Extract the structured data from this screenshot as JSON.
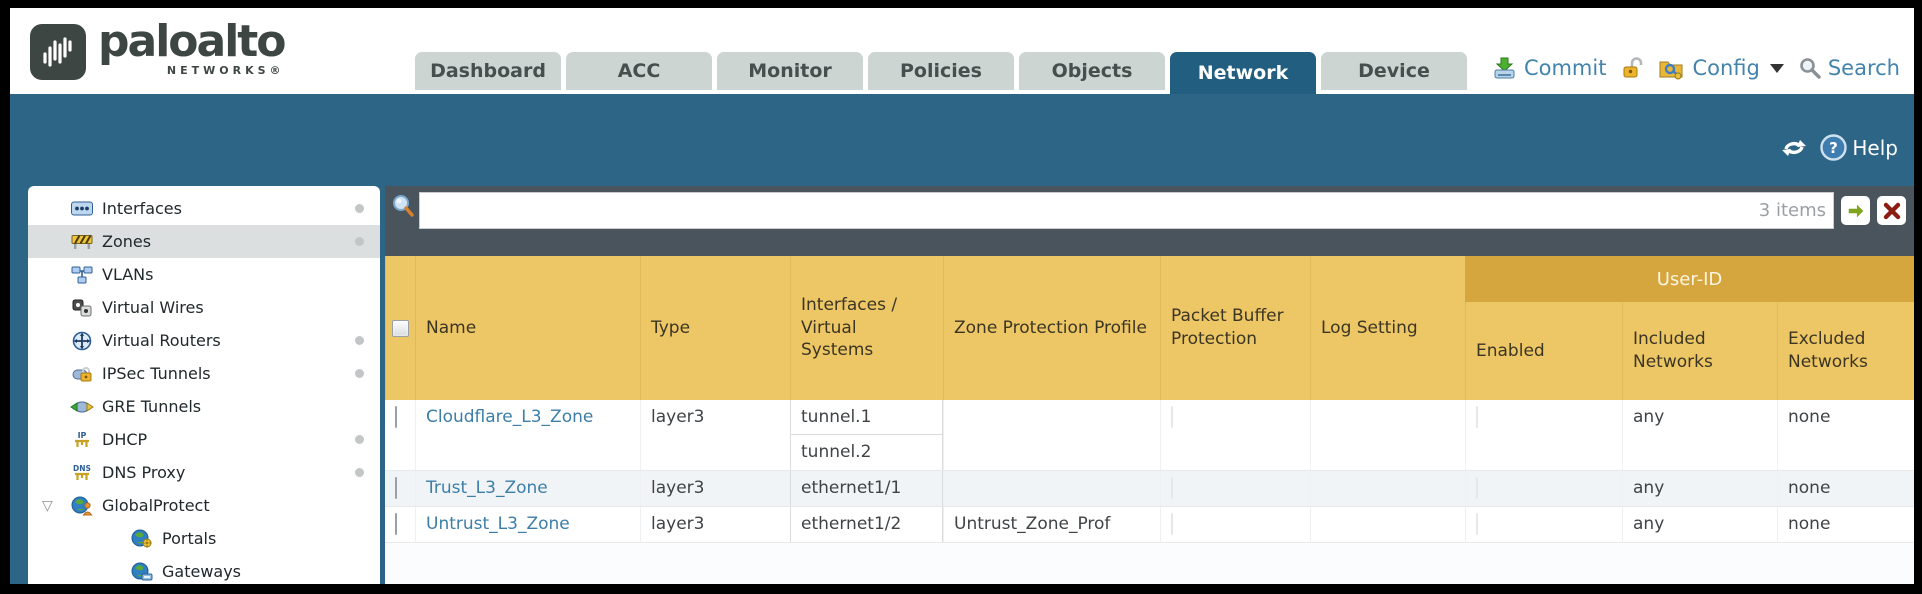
{
  "brand": {
    "wordmark": "paloalto",
    "sub": "NETWORKS®"
  },
  "tabs": [
    {
      "label": "Dashboard",
      "active": false
    },
    {
      "label": "ACC",
      "active": false
    },
    {
      "label": "Monitor",
      "active": false
    },
    {
      "label": "Policies",
      "active": false
    },
    {
      "label": "Objects",
      "active": false
    },
    {
      "label": "Network",
      "active": true
    },
    {
      "label": "Device",
      "active": false
    }
  ],
  "topbar": {
    "commit_label": "Commit",
    "config_label": "Config",
    "search_label": "Search",
    "icons": [
      "commit-icon",
      "unlock-icon",
      "config-icon",
      "dropdown-caret",
      "search-icon"
    ]
  },
  "utility": {
    "help_label": "Help",
    "icons": [
      "refresh-icon",
      "help-icon"
    ]
  },
  "sidebar": {
    "items": [
      {
        "label": "Interfaces",
        "icon": "interfaces-icon",
        "selected": false,
        "dot": true
      },
      {
        "label": "Zones",
        "icon": "zones-icon",
        "selected": true,
        "dot": true
      },
      {
        "label": "VLANs",
        "icon": "vlans-icon",
        "selected": false,
        "dot": false
      },
      {
        "label": "Virtual Wires",
        "icon": "virtual-wires-icon",
        "selected": false,
        "dot": false
      },
      {
        "label": "Virtual Routers",
        "icon": "virtual-routers-icon",
        "selected": false,
        "dot": true
      },
      {
        "label": "IPSec Tunnels",
        "icon": "ipsec-tunnels-icon",
        "selected": false,
        "dot": true
      },
      {
        "label": "GRE Tunnels",
        "icon": "gre-tunnels-icon",
        "selected": false,
        "dot": false
      },
      {
        "label": "DHCP",
        "icon": "dhcp-icon",
        "selected": false,
        "dot": true
      },
      {
        "label": "DNS Proxy",
        "icon": "dns-proxy-icon",
        "selected": false,
        "dot": true
      },
      {
        "label": "GlobalProtect",
        "icon": "globalprotect-icon",
        "selected": false,
        "dot": false,
        "expanded": true
      },
      {
        "label": "Portals",
        "icon": "portals-icon",
        "selected": false,
        "dot": false,
        "indent": true
      },
      {
        "label": "Gateways",
        "icon": "gateways-icon",
        "selected": false,
        "dot": false,
        "indent": true
      }
    ]
  },
  "filter": {
    "value": "",
    "count_label": "3 items",
    "icons": [
      "magnifier-icon",
      "apply-filter-arrow-icon",
      "clear-filter-x-icon"
    ]
  },
  "table": {
    "group_header": "User-ID",
    "columns": [
      "Name",
      "Type",
      "Interfaces / Virtual Systems",
      "Zone Protection Profile",
      "Packet Buffer Protection",
      "Log Setting",
      "Enabled",
      "Included Networks",
      "Excluded Networks"
    ],
    "rows": [
      {
        "name": "Cloudflare_L3_Zone",
        "type": "layer3",
        "interfaces": [
          "tunnel.1",
          "tunnel.2"
        ],
        "zone_protection_profile": "",
        "packet_buffer_protection": false,
        "log_setting": "",
        "enabled": false,
        "included_networks": "any",
        "excluded_networks": "none"
      },
      {
        "name": "Trust_L3_Zone",
        "type": "layer3",
        "interfaces": [
          "ethernet1/1"
        ],
        "zone_protection_profile": "",
        "packet_buffer_protection": false,
        "log_setting": "",
        "enabled": false,
        "included_networks": "any",
        "excluded_networks": "none"
      },
      {
        "name": "Untrust_L3_Zone",
        "type": "layer3",
        "interfaces": [
          "ethernet1/2"
        ],
        "zone_protection_profile": "Untrust_Zone_Prof",
        "packet_buffer_protection": false,
        "log_setting": "",
        "enabled": false,
        "included_networks": "any",
        "excluded_networks": "none"
      }
    ]
  },
  "colors": {
    "teal_band": "#2d6587",
    "active_tab": "#215e80",
    "inactive_tab": "#ccd5d2",
    "header_amber": "#edc765",
    "userid_amber": "#d6a63e",
    "filter_bar": "#49545d",
    "link_blue": "#4384ad",
    "zone_link": "#3c7ea8",
    "alt_row": "#f1f4f6"
  }
}
